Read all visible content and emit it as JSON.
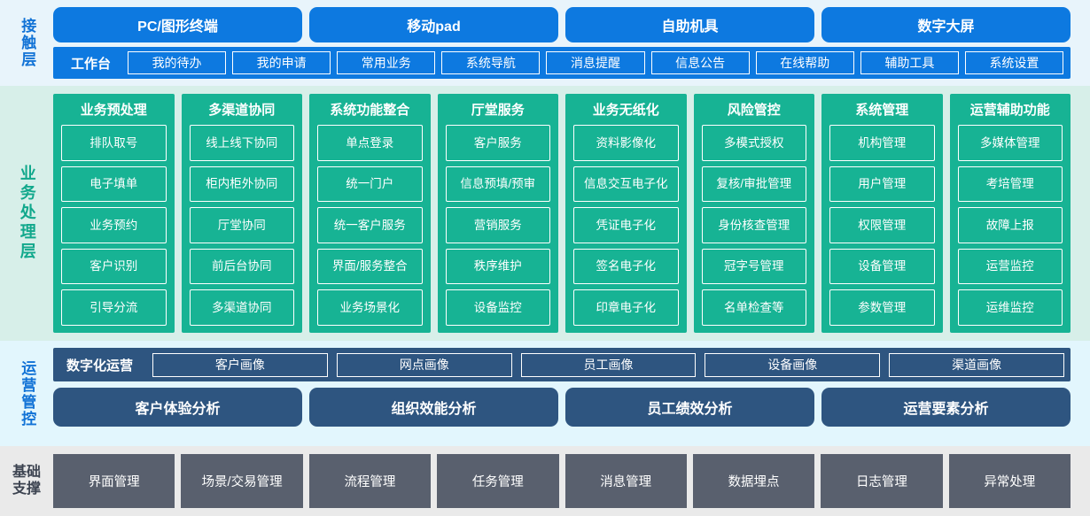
{
  "layers": {
    "access": {
      "label": "接触层",
      "channels": [
        "PC/图形终端",
        "移动pad",
        "自助机具",
        "数字大屏"
      ],
      "workbench_title": "工作台",
      "workbench_items": [
        "我的待办",
        "我的申请",
        "常用业务",
        "系统导航",
        "消息提醒",
        "信息公告",
        "在线帮助",
        "辅助工具",
        "系统设置"
      ]
    },
    "business": {
      "label": "业务处理层",
      "columns": [
        {
          "title": "业务预处理",
          "items": [
            "排队取号",
            "电子填单",
            "业务预约",
            "客户识别",
            "引导分流"
          ]
        },
        {
          "title": "多渠道协同",
          "items": [
            "线上线下协同",
            "柜内柜外协同",
            "厅堂协同",
            "前后台协同",
            "多渠道协同"
          ]
        },
        {
          "title": "系统功能整合",
          "items": [
            "单点登录",
            "统一门户",
            "统一客户服务",
            "界面/服务整合",
            "业务场景化"
          ]
        },
        {
          "title": "厅堂服务",
          "items": [
            "客户服务",
            "信息预填/预审",
            "营销服务",
            "秩序维护",
            "设备监控"
          ]
        },
        {
          "title": "业务无纸化",
          "items": [
            "资料影像化",
            "信息交互电子化",
            "凭证电子化",
            "签名电子化",
            "印章电子化"
          ]
        },
        {
          "title": "风险管控",
          "items": [
            "多模式授权",
            "复核/审批管理",
            "身份核查管理",
            "冠字号管理",
            "名单检查等"
          ]
        },
        {
          "title": "系统管理",
          "items": [
            "机构管理",
            "用户管理",
            "权限管理",
            "设备管理",
            "参数管理"
          ]
        },
        {
          "title": "运营辅助功能",
          "items": [
            "多媒体管理",
            "考培管理",
            "故障上报",
            "运营监控",
            "运维监控"
          ]
        }
      ]
    },
    "operations": {
      "label": "运营管控",
      "digital_title": "数字化运营",
      "portraits": [
        "客户画像",
        "网点画像",
        "员工画像",
        "设备画像",
        "渠道画像"
      ],
      "analyses": [
        "客户体验分析",
        "组织效能分析",
        "员工绩效分析",
        "运营要素分析"
      ]
    },
    "foundation": {
      "label_line1": "基础",
      "label_line2": "支撑",
      "items": [
        "界面管理",
        "场景/交易管理",
        "流程管理",
        "任务管理",
        "消息管理",
        "数据埋点",
        "日志管理",
        "异常处理"
      ]
    }
  },
  "colors": {
    "access_bg": "#e8f4fb",
    "access_blue": "#0d79e0",
    "business_bg": "#d7efe9",
    "business_green": "#17b394",
    "operations_bg": "#e2f6fd",
    "operations_slate": "#2e5580",
    "foundation_bg": "#eaeaea",
    "foundation_gray": "#59606e"
  }
}
